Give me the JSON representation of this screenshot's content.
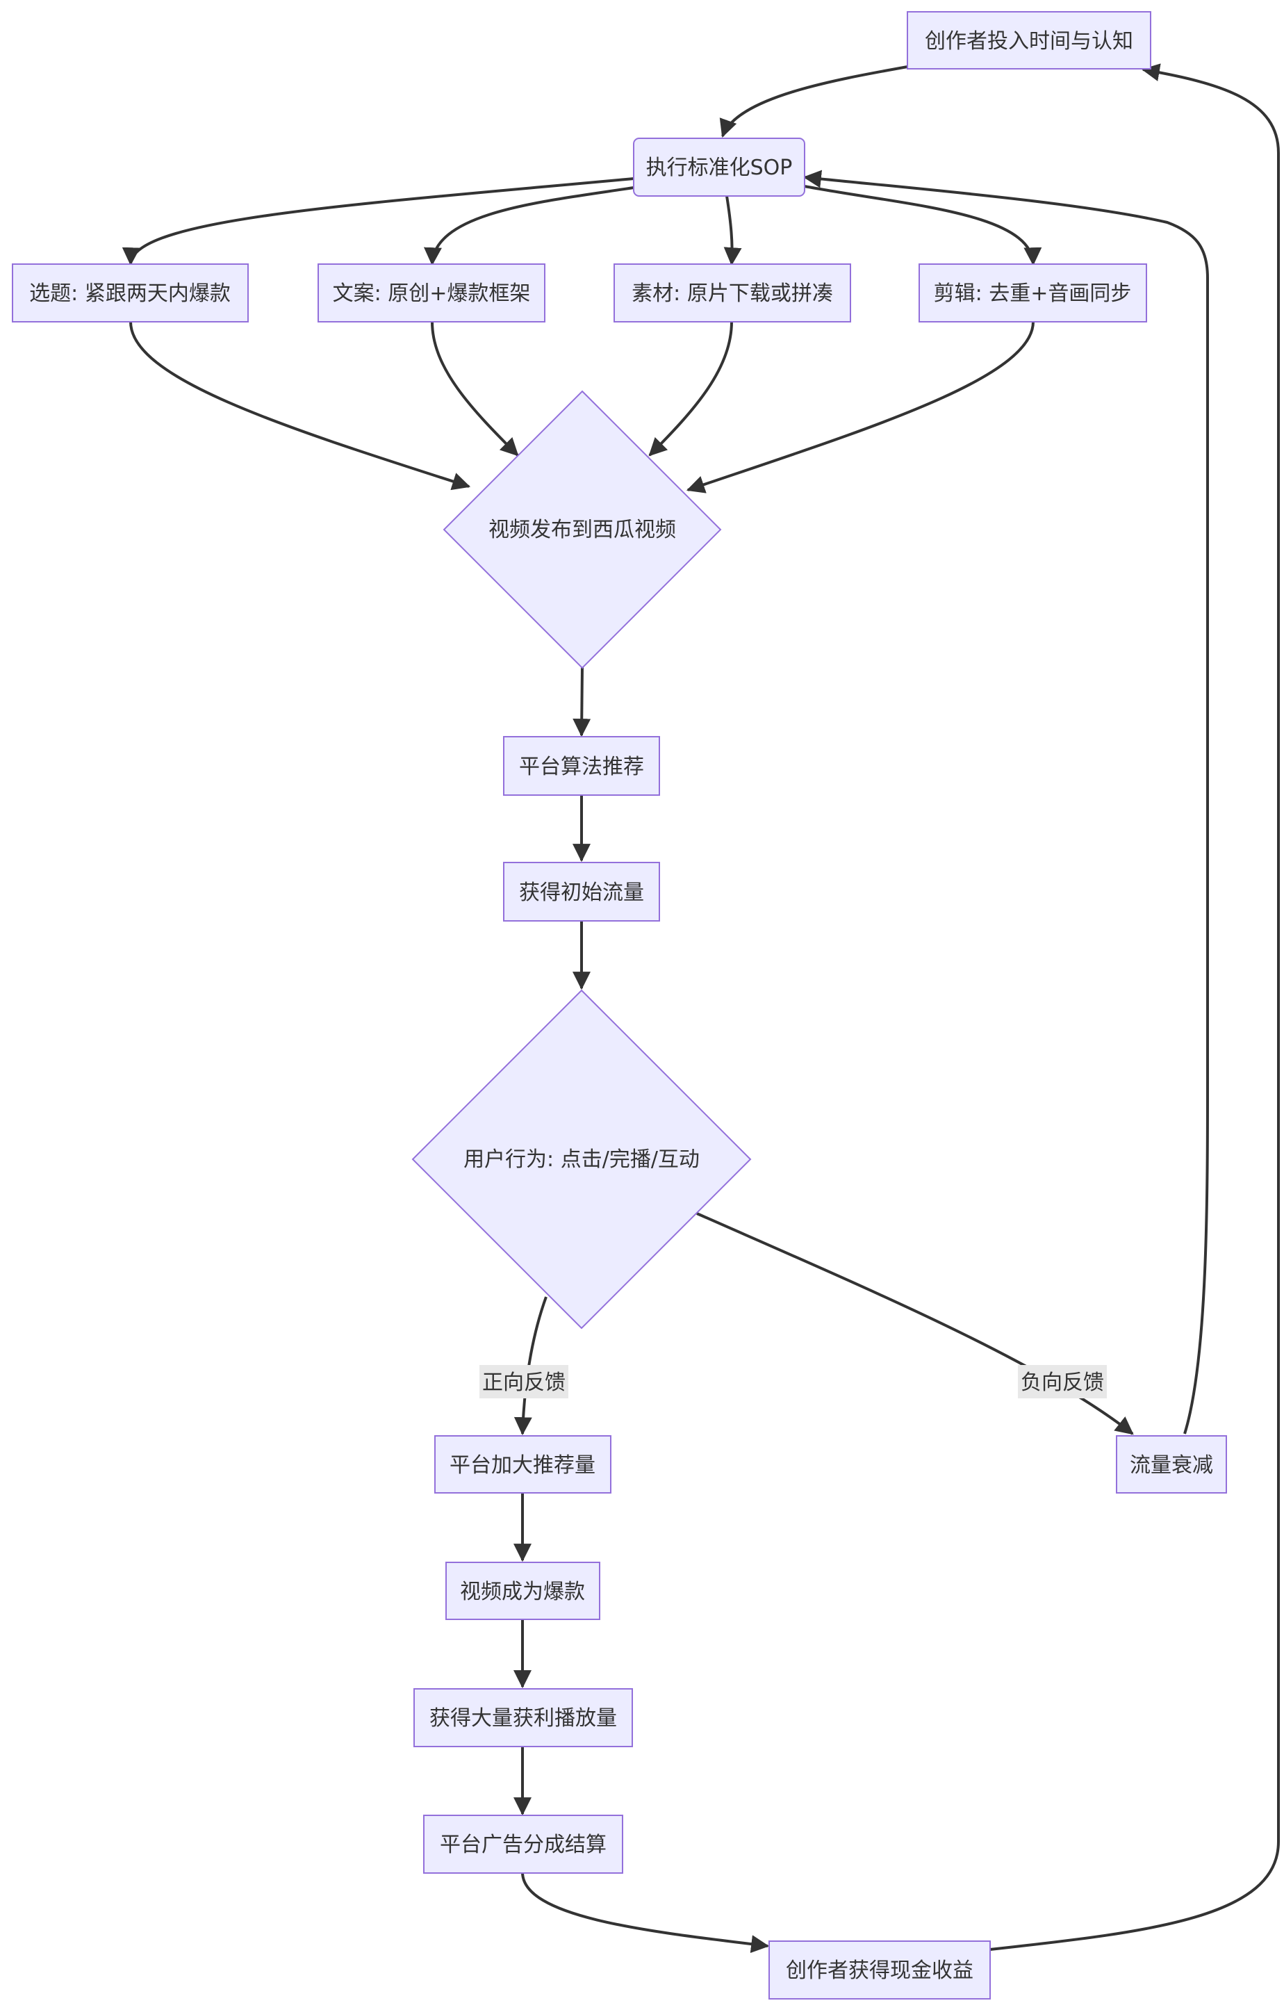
{
  "nodes": {
    "creator_input": "创作者投入时间与认知",
    "execute_sop": "执行标准化SOP",
    "topic": "选题: 紧跟两天内爆款",
    "copywriting": "文案: 原创+爆款框架",
    "material": "素材: 原片下载或拼凑",
    "editing": "剪辑: 去重+音画同步",
    "publish": "视频发布到西瓜视频",
    "algorithm": "平台算法推荐",
    "initial_traffic": "获得初始流量",
    "user_behavior": "用户行为: 点击/完播/互动",
    "boost": "平台加大推荐量",
    "decay": "流量衰减",
    "viral": "视频成为爆款",
    "plays": "获得大量获利播放量",
    "ad_revenue": "平台广告分成结算",
    "cash": "创作者获得现金收益"
  },
  "edge_labels": {
    "positive": "正向反馈",
    "negative": "负向反馈"
  },
  "colors": {
    "node_fill": "#ECECFF",
    "node_stroke": "#9370DB",
    "edge": "#333333",
    "text": "#333333",
    "label_bg": "#E8E8E8"
  }
}
